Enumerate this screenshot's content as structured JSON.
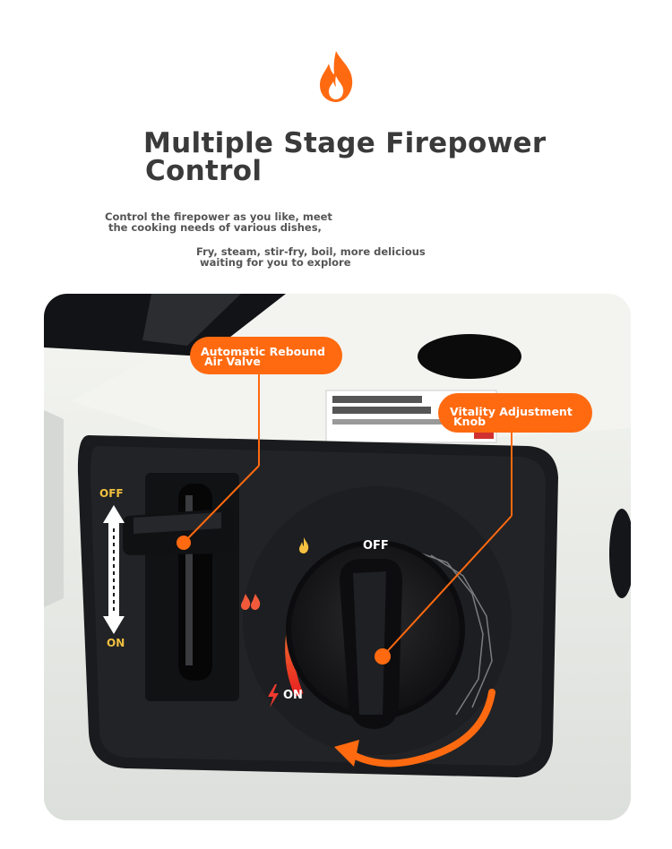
{
  "header": {
    "title_line1": "Multiple Stage Firepower",
    "title_line2": "Control",
    "desc_line1": "Control the firepower as you like, meet",
    "desc_line2": "the cooking needs of various dishes,",
    "desc2_line1": "Fry, steam, stir-fry, boil, more delicious",
    "desc2_line2": "waiting for you to explore",
    "icon": "flame-icon"
  },
  "callouts": {
    "valve_line1": "Automatic Rebound",
    "valve_line2": "Air Valve",
    "knob_line1": "Vitality Adjustment",
    "knob_line2": "Knob"
  },
  "panel": {
    "slider_off": "OFF",
    "slider_on": "ON",
    "knob_off": "OFF",
    "knob_on": "ON"
  },
  "colors": {
    "accent": "#ff6a10",
    "title": "#3a3a3a",
    "text": "#555555",
    "panel": "#1c1c1e",
    "label_yellow": "#f0c040"
  }
}
